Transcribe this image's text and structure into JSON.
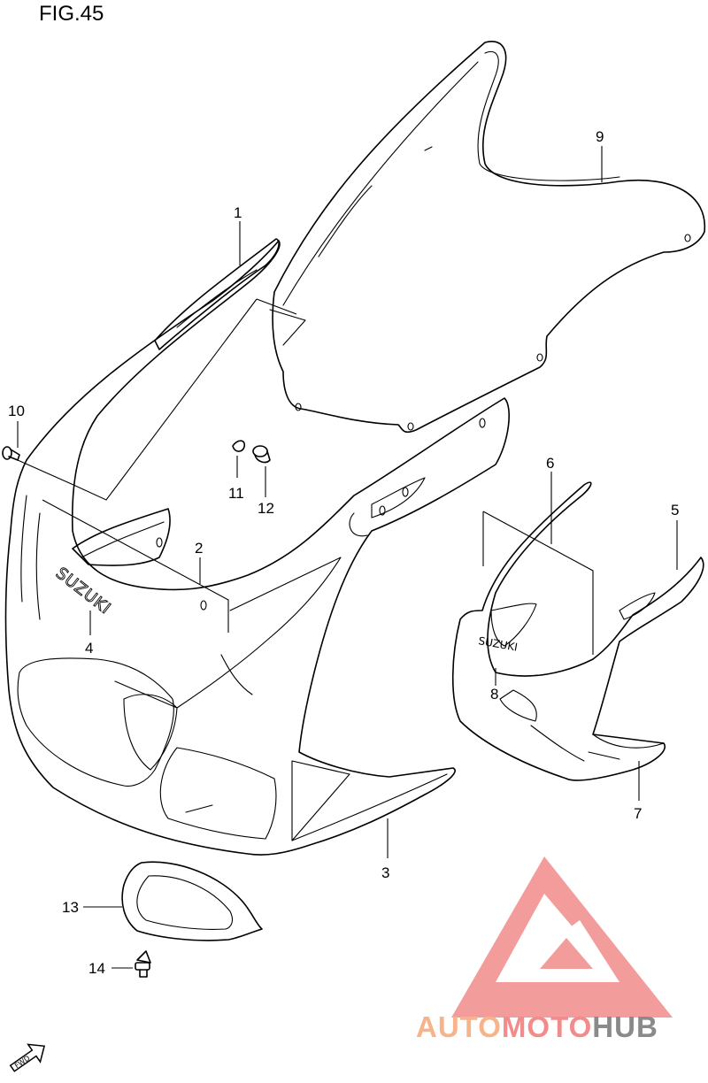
{
  "figure": {
    "title": "FIG.45"
  },
  "callouts": {
    "c1": "1",
    "c2": "2",
    "c3": "3",
    "c4": "4",
    "c5": "5",
    "c6": "6",
    "c7": "7",
    "c8": "8",
    "c9": "9",
    "c10": "10",
    "c11": "11",
    "c12": "12",
    "c13": "13",
    "c14": "14"
  },
  "labels": {
    "fwd": "FWD",
    "brand_a": "AUTO",
    "brand_b": "MOTO",
    "brand_c": "HUB"
  },
  "colors": {
    "line": "#000000",
    "logo_triangle": "#f28b8b",
    "brand_auto": "#f7b48a",
    "brand_moto": "#f28b8b",
    "brand_hub": "#8a8a8a"
  }
}
